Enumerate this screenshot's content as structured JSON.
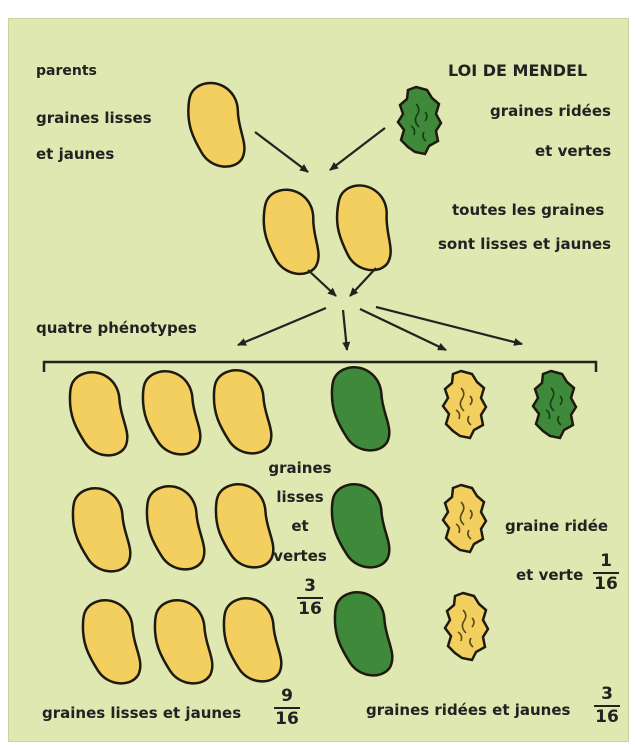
{
  "title": "LOI DE MENDEL",
  "parents": {
    "heading": "parents",
    "left_line1": "graines lisses",
    "left_line2": "et jaunes",
    "right_line1": "graines ridées",
    "right_line2": "et vertes"
  },
  "f1": {
    "line1": "toutes les graines",
    "line2": "sont lisses et jaunes"
  },
  "f2_heading": "quatre phénotypes",
  "labels": {
    "smooth_green_line1": "graines",
    "smooth_green_line2": "lisses",
    "smooth_green_line3": "et",
    "smooth_green_line4": "vertes",
    "wrinkled_green_line1": "graine ridée",
    "wrinkled_green_line2": "et verte",
    "smooth_yellow": "graines lisses et jaunes",
    "wrinkled_yellow": "graines ridées et jaunes"
  },
  "ratios": {
    "smooth_yellow": {
      "num": "9",
      "den": "16"
    },
    "smooth_green": {
      "num": "3",
      "den": "16"
    },
    "wrinkled_yellow": {
      "num": "3",
      "den": "16"
    },
    "wrinkled_green": {
      "num": "1",
      "den": "16"
    }
  },
  "colors": {
    "background": "#dfe8b0",
    "yellow_seed": "#f2cf5e",
    "green_seed": "#3e8a3a",
    "outline": "#1f1a10"
  }
}
